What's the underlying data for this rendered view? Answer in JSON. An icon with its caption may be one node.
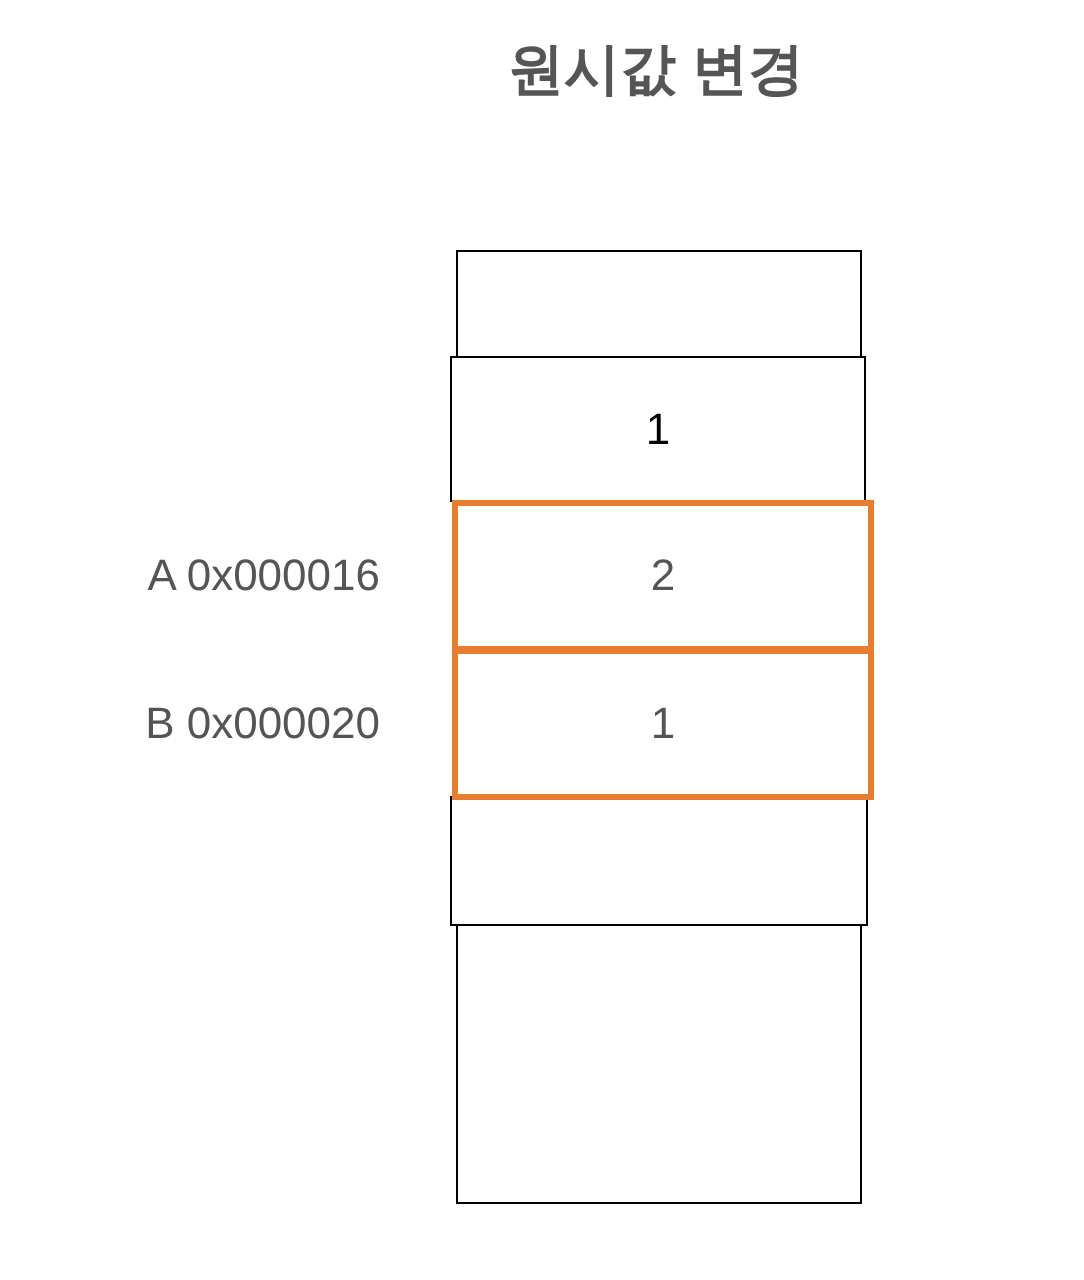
{
  "diagram": {
    "title": "원시값 변경",
    "nodes": [
      {
        "text": [],
        "shape": "box"
      },
      {
        "text": [
          "1"
        ]
      },
      {
        "text": [
          "2"
        ],
        "beside": [
          "A 0x000016"
        ]
      },
      {
        "text": [
          "1"
        ],
        "beside": [
          "B 0x000020"
        ]
      },
      {
        "text": [],
        "shape": "box"
      },
      {
        "text": [],
        "shape": "box"
      }
    ]
  }
}
